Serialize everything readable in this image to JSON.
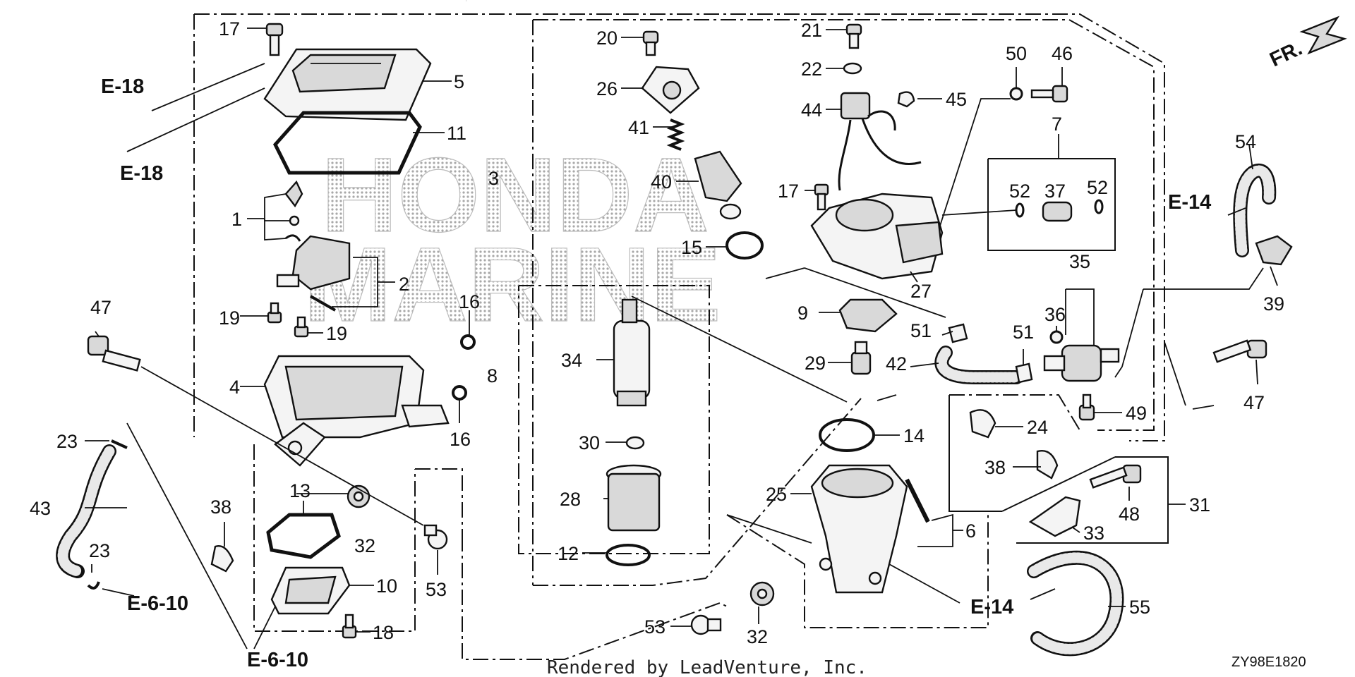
{
  "watermark": {
    "line1": "HONDA",
    "line2": "MARINE"
  },
  "orientation_label": "FR.",
  "refs": {
    "e18": "E-18",
    "e14": "E-14",
    "e610": "E-6-10"
  },
  "callouts": {
    "n1": "1",
    "n2": "2",
    "n3": "3",
    "n4": "4",
    "n5": "5",
    "n6": "6",
    "n7": "7",
    "n8": "8",
    "n9": "9",
    "n10": "10",
    "n11": "11",
    "n12": "12",
    "n13": "13",
    "n14": "14",
    "n15": "15",
    "n16": "16",
    "n17": "17",
    "n18": "18",
    "n19": "19",
    "n20": "20",
    "n21": "21",
    "n22": "22",
    "n23": "23",
    "n24": "24",
    "n25": "25",
    "n26": "26",
    "n27": "27",
    "n28": "28",
    "n29": "29",
    "n30": "30",
    "n31": "31",
    "n32": "32",
    "n33": "33",
    "n34": "34",
    "n35": "35",
    "n36": "36",
    "n37": "37",
    "n38": "38",
    "n39": "39",
    "n40": "40",
    "n41": "41",
    "n42": "42",
    "n43": "43",
    "n44": "44",
    "n45": "45",
    "n46": "46",
    "n47": "47",
    "n48": "48",
    "n49": "49",
    "n50": "50",
    "n51": "51",
    "n52": "52",
    "n53": "53",
    "n54": "54",
    "n55": "55"
  },
  "footer": {
    "rendered_by": "Rendered by LeadVenture, Inc.",
    "diagram_code": "ZY98E1820"
  }
}
